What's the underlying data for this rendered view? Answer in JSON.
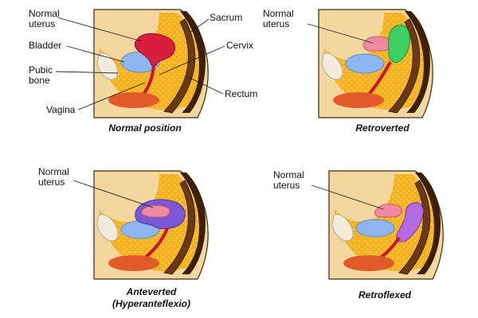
{
  "panels": [
    {
      "caption": [
        "Normal position"
      ],
      "labels": {
        "normal_uterus": [
          "Normal",
          "uterus"
        ],
        "bladder": [
          "Bladder"
        ],
        "pubic_bone": [
          "Pubic",
          "bone"
        ],
        "vagina": [
          "Vagina"
        ],
        "sacrum": [
          "Sacrum"
        ],
        "cervix": [
          "Cervix"
        ],
        "rectum": [
          "Rectum"
        ]
      },
      "uterus_color": "#d81e3c"
    },
    {
      "caption": [
        "Retroverted"
      ],
      "labels": {
        "normal_uterus": [
          "Normal",
          "uterus"
        ]
      },
      "uterus_color": "#f08aa0",
      "variant_color": "#3fd063"
    },
    {
      "caption": [
        "Anteverted",
        "(Hyperanteflexio)"
      ],
      "labels": {
        "normal_uterus": [
          "Normal",
          "uterus"
        ]
      },
      "uterus_color": "#f08aa0",
      "variant_color": "#7c57d6"
    },
    {
      "caption": [
        "Retroflexed"
      ],
      "labels": {
        "normal_uterus": [
          "Normal",
          "uterus"
        ]
      },
      "uterus_color": "#f08aa0",
      "variant_color": "#b46ae0"
    }
  ],
  "colors": {
    "skin": "#f4d79e",
    "fat": "#f6b21e",
    "fat_dots": "#fbd36b",
    "bone": "#f1ecde",
    "bladder": "#8eb6f2",
    "rectum": "#6a3a12",
    "rectum_dark": "#3d1f06",
    "vagina": "#c8162c",
    "perineum": "#e25a2a"
  }
}
